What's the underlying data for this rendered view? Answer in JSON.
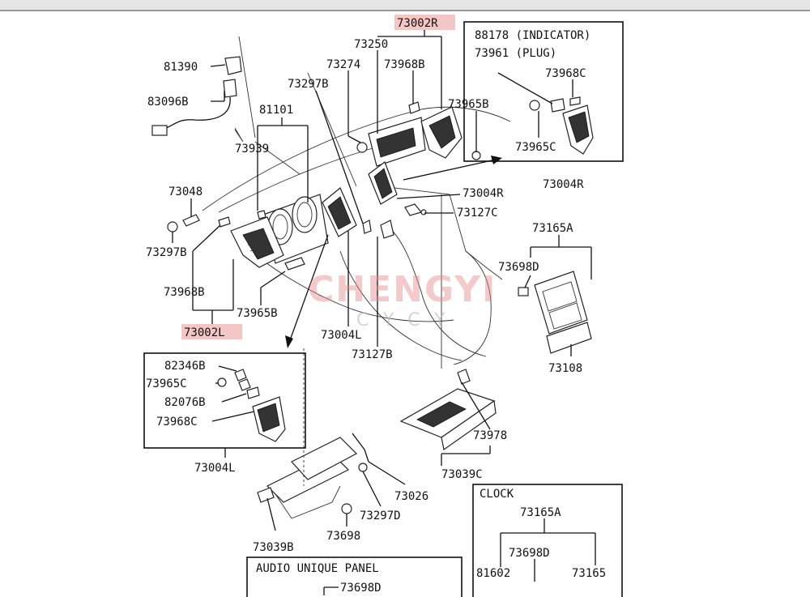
{
  "watermark": {
    "brand": "CHENGYI",
    "sub": "CYCY"
  },
  "highlight_color": "#f5c6c6",
  "labels": {
    "p81390": "81390",
    "p83096B": "83096B",
    "p81101": "81101",
    "p73297B_top": "73297B",
    "p73274": "73274",
    "p73250": "73250",
    "p73968B_top": "73968B",
    "p73002R": "73002R",
    "p73965B_top": "73965B",
    "p73939": "73939",
    "p73048": "73048",
    "p73297B_left": "73297B",
    "p73968B_left": "73968B",
    "p73965B_mid": "73965B",
    "p73002L": "73002L",
    "p73004L_mid": "73004L",
    "p73127B": "73127B",
    "p73004R_mid": "73004R",
    "p73127C": "73127C",
    "p73165A_right": "73165A",
    "p73698D_right": "73698D",
    "p73108": "73108",
    "p73978": "73978",
    "p73039C": "73039C",
    "p73026": "73026",
    "p73297D": "73297D",
    "p73698": "73698",
    "p73039B": "73039B",
    "p73004L_box": "73004L"
  },
  "box_indicator": {
    "line1": "88178 (INDICATOR)",
    "line2": "73961 (PLUG)",
    "p73968C": "73968C",
    "p73965C": "73965C",
    "p73004R": "73004R"
  },
  "box_left": {
    "p82346B": "82346B",
    "p73965C": "73965C",
    "p82076B": "82076B",
    "p73968C": "73968C"
  },
  "box_clock": {
    "title": "CLOCK",
    "p73165A": "73165A",
    "p73698D": "73698D",
    "p81602": "81602",
    "p73165": "73165"
  },
  "box_audio": {
    "title": "AUDIO UNIQUE PANEL",
    "p73698D": "73698D"
  }
}
